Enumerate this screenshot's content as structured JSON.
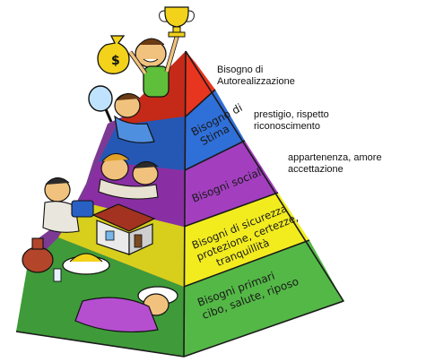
{
  "pyramid": {
    "levels": [
      {
        "lines": [
          "Bisogni primari",
          "cibo, salute, riposo"
        ],
        "color": "#54b847"
      },
      {
        "lines": [
          "Bisogni di sicurezza",
          "protezione, certezze,",
          "tranquillità"
        ],
        "color": "#f2ec1f"
      },
      {
        "lines": [
          "Bisogni sociali"
        ],
        "color": "#a33fbf"
      },
      {
        "lines": [
          "Bisogno di",
          "Stima"
        ],
        "color": "#2f6fd8"
      },
      {
        "lines": [],
        "color": "#e8351f"
      }
    ]
  },
  "side_labels": {
    "self_actualization": [
      "Bisogno di",
      "Autorealizzazione"
    ],
    "esteem_detail": [
      "prestigio, rispetto",
      "riconoscimento"
    ],
    "social_detail": [
      "appartenenza, amore",
      "accettazione"
    ]
  },
  "illustration": {
    "money_bag_symbol": "$"
  }
}
